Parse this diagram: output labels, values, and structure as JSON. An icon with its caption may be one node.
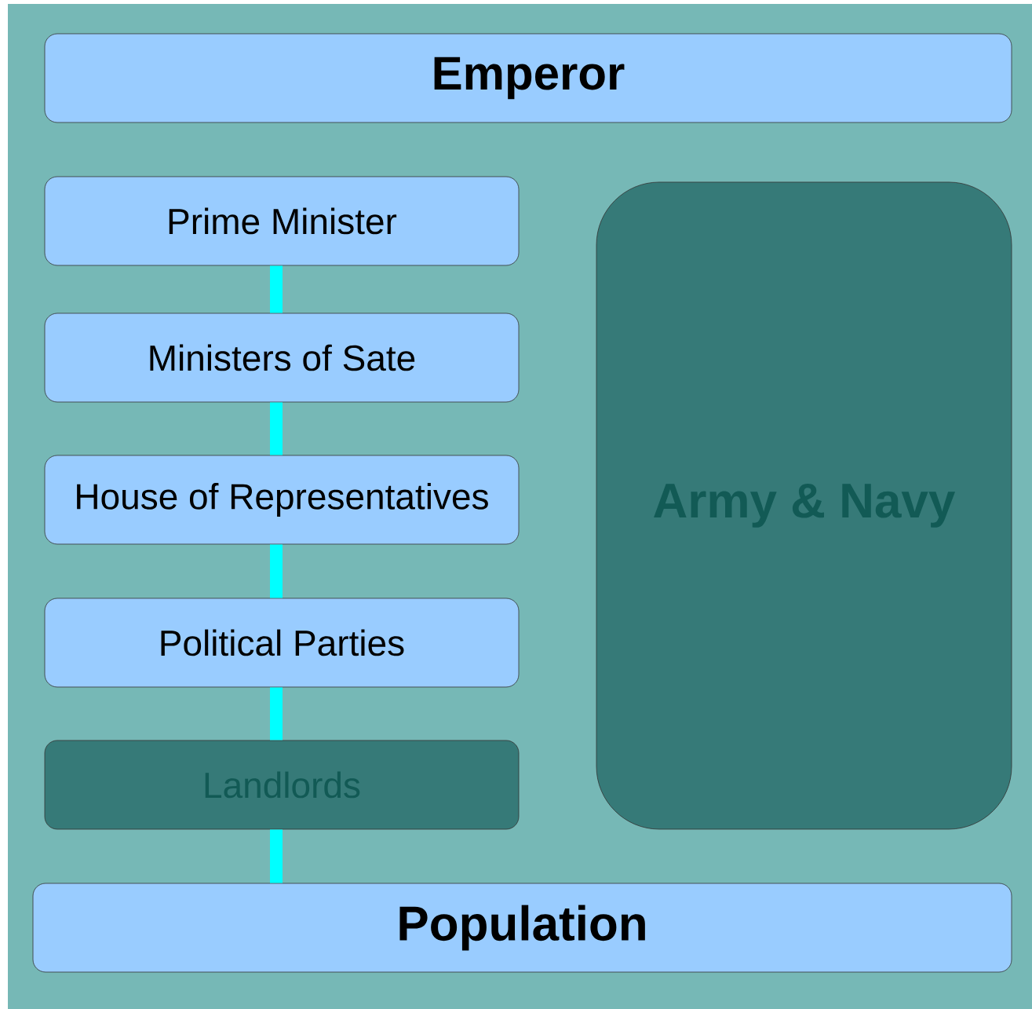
{
  "diagram": {
    "nodes": [
      {
        "text": [
          "Emperor"
        ]
      },
      {
        "text": [
          "Prime Minister"
        ]
      },
      {
        "text": [
          "Ministers of Sate"
        ]
      },
      {
        "text": [
          "House of Representatives"
        ]
      },
      {
        "text": [
          "Political Parties"
        ]
      },
      {
        "text": [
          "Landlords"
        ]
      },
      {
        "text": [
          "Army & Navy"
        ]
      },
      {
        "text": [
          "Population"
        ]
      }
    ],
    "edges": [
      {
        "from": 1,
        "to": 2,
        "arrow": "none"
      },
      {
        "from": 2,
        "to": 3,
        "arrow": "none"
      },
      {
        "from": 3,
        "to": 4,
        "arrow": "none"
      },
      {
        "from": 4,
        "to": 5,
        "arrow": "none"
      },
      {
        "from": 5,
        "to": 7,
        "arrow": "none"
      }
    ]
  }
}
